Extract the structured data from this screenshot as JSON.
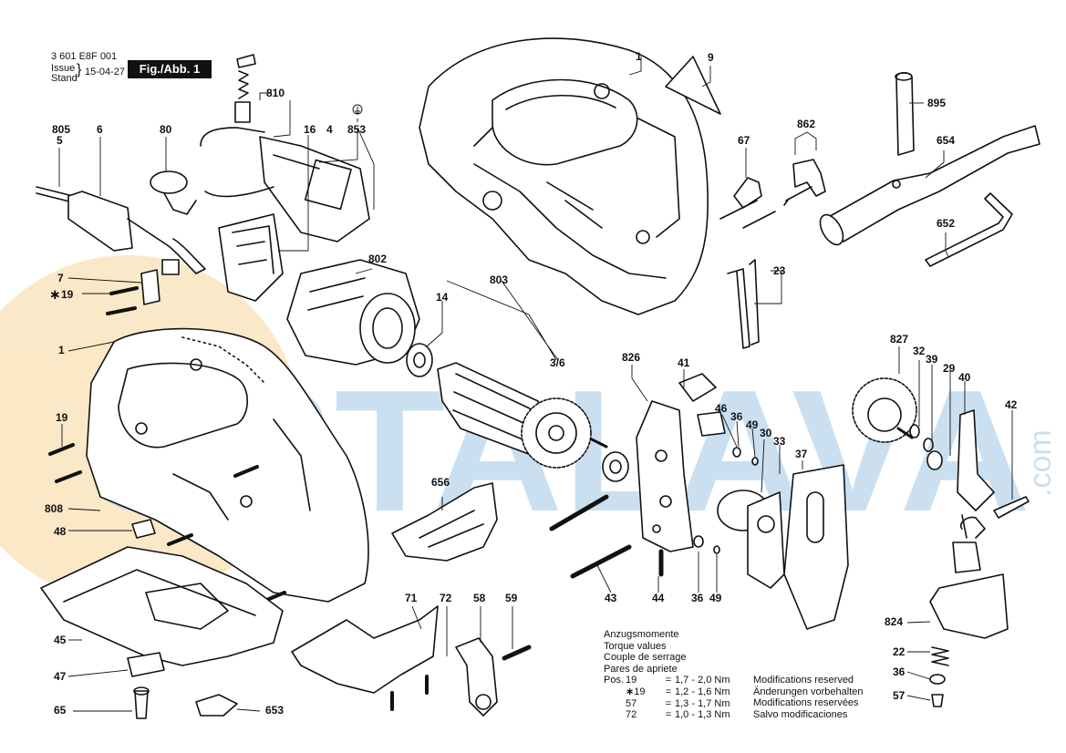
{
  "header": {
    "doc_number": "3 601 E8F 001",
    "issue_label": "Issue",
    "stand_label": "Stand",
    "issue_date": "15-04-27",
    "figure_label": "Fig./Abb. 1"
  },
  "watermark": {
    "text": "USTALAVA",
    "suffix": ".com",
    "color": "#9fc8e6",
    "accent": "#f6d79a"
  },
  "part_labels": [
    {
      "id": "l1-top",
      "text": "1"
    },
    {
      "id": "l9",
      "text": "9"
    },
    {
      "id": "l895",
      "text": "895"
    },
    {
      "id": "l862",
      "text": "862"
    },
    {
      "id": "l67",
      "text": "67"
    },
    {
      "id": "l654",
      "text": "654"
    },
    {
      "id": "l652",
      "text": "652"
    },
    {
      "id": "l23",
      "text": "23"
    },
    {
      "id": "l810",
      "text": "810"
    },
    {
      "id": "l16",
      "text": "16"
    },
    {
      "id": "l4",
      "text": "4"
    },
    {
      "id": "l853",
      "text": "853"
    },
    {
      "id": "l805",
      "text": "805"
    },
    {
      "id": "l5",
      "text": "5"
    },
    {
      "id": "l6",
      "text": "6"
    },
    {
      "id": "l80",
      "text": "80"
    },
    {
      "id": "l802",
      "text": "802"
    },
    {
      "id": "l7",
      "text": "7"
    },
    {
      "id": "l19a",
      "text": "19"
    },
    {
      "id": "l14",
      "text": "14"
    },
    {
      "id": "l803",
      "text": "803"
    },
    {
      "id": "l1-left",
      "text": "1"
    },
    {
      "id": "l3-6",
      "text": "3/6"
    },
    {
      "id": "l826",
      "text": "826"
    },
    {
      "id": "l41",
      "text": "41"
    },
    {
      "id": "l827",
      "text": "827"
    },
    {
      "id": "l32",
      "text": "32"
    },
    {
      "id": "l39",
      "text": "39"
    },
    {
      "id": "l29",
      "text": "29"
    },
    {
      "id": "l40",
      "text": "40"
    },
    {
      "id": "l46",
      "text": "46"
    },
    {
      "id": "l36a",
      "text": "36"
    },
    {
      "id": "l49a",
      "text": "49"
    },
    {
      "id": "l30",
      "text": "30"
    },
    {
      "id": "l33",
      "text": "33"
    },
    {
      "id": "l37",
      "text": "37"
    },
    {
      "id": "l42",
      "text": "42"
    },
    {
      "id": "l19b",
      "text": "19"
    },
    {
      "id": "l656",
      "text": "656"
    },
    {
      "id": "l808",
      "text": "808"
    },
    {
      "id": "l48",
      "text": "48"
    },
    {
      "id": "l45",
      "text": "45"
    },
    {
      "id": "l47",
      "text": "47"
    },
    {
      "id": "l65",
      "text": "65"
    },
    {
      "id": "l653",
      "text": "653"
    },
    {
      "id": "l71",
      "text": "71"
    },
    {
      "id": "l72",
      "text": "72"
    },
    {
      "id": "l58",
      "text": "58"
    },
    {
      "id": "l59",
      "text": "59"
    },
    {
      "id": "l43",
      "text": "43"
    },
    {
      "id": "l44",
      "text": "44"
    },
    {
      "id": "l36b",
      "text": "36"
    },
    {
      "id": "l49b",
      "text": "49"
    },
    {
      "id": "l824",
      "text": "824"
    },
    {
      "id": "l22",
      "text": "22"
    },
    {
      "id": "l36c",
      "text": "36"
    },
    {
      "id": "l57",
      "text": "57"
    }
  ],
  "torque": {
    "title_lines": [
      "Anzugsmomente",
      "Torque values",
      "Couple de serrage",
      "Pares de apriete"
    ],
    "pos_label": "Pos.",
    "rows": [
      {
        "pos": "19",
        "marked": false,
        "value": "1,7 - 2,0 Nm"
      },
      {
        "pos": "19",
        "marked": true,
        "value": "1,2 - 1,6 Nm"
      },
      {
        "pos": "57",
        "marked": false,
        "value": "1,3 - 1,7 Nm"
      },
      {
        "pos": "72",
        "marked": false,
        "value": "1,0 - 1,3 Nm"
      }
    ]
  },
  "modifications": {
    "lines": [
      "Modifications reserved",
      "Änderungen vorbehalten",
      "Modifications reservées",
      "Salvo modificaciones"
    ]
  }
}
